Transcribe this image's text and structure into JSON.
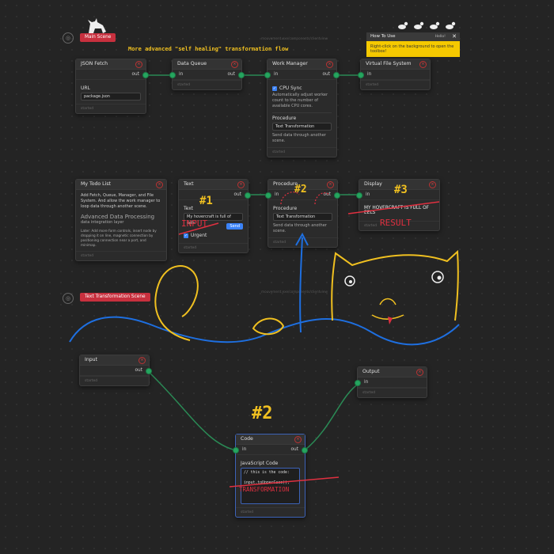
{
  "scenes": {
    "main": {
      "button_label": "Main Scene",
      "url": "mouvement.exe/components/clientview"
    },
    "text_transform": {
      "button_label": "Text Transformation Scene",
      "url": "mouvement.exe/components/clientview"
    }
  },
  "howto": {
    "title": "How To Use",
    "hello": "Hello!",
    "tip": "Right-click on the background to open the toolbox!"
  },
  "annotations": {
    "title": "More advanced \"self healing\" transformation flow",
    "n1": "#1",
    "n2a": "#2",
    "n3": "#3",
    "n2b": "#2",
    "input": "INPUT",
    "result": "RESULT",
    "transformation": "TRANSFORMATION"
  },
  "nodes": {
    "json_fetch": {
      "title": "JSON Fetch",
      "out": "out",
      "url_label": "URL",
      "url_value": "package.json",
      "footer": "started"
    },
    "data_queue": {
      "title": "Data Queue",
      "in": "in",
      "out": "out",
      "footer": "started"
    },
    "work_manager": {
      "title": "Work Manager",
      "in": "in",
      "out": "out",
      "cpu_label": "CPU Sync",
      "cpu_desc": "Automatically adjust worker count to the number of available CPU cores.",
      "proc_label": "Procedure",
      "proc_value": "Text Transformation",
      "proc_desc": "Send data through another scene.",
      "footer": "started"
    },
    "vfs": {
      "title": "Virtual File System",
      "in": "in",
      "footer": "started"
    },
    "todo": {
      "title": "My Todo List",
      "line1": "Add Fetch, Queue, Manager, and File System. And allow the work manager to loop data through another scene.",
      "heading": "Advanced Data Processing",
      "sub": "data integration layer",
      "line2": "Later: Add more form controls, insert node by dropping it on line, magnetic connection by positioning connection near a port, and minimap.",
      "footer": "started"
    },
    "text": {
      "title": "Text",
      "out": "out",
      "label": "Text",
      "value": "My hovercraft is full of eels",
      "send": "Send",
      "urgent": "Urgent",
      "footer": "started"
    },
    "procedure": {
      "title": "Procedure",
      "in": "in",
      "out": "out",
      "proc_label": "Procedure",
      "proc_value": "Text Transformation",
      "proc_desc": "Send data through another scene.",
      "footer": "started"
    },
    "display": {
      "title": "Display",
      "in": "in",
      "value": "MY HOVERCRAFT IS FULL OF EELS",
      "footer": "started"
    },
    "input": {
      "title": "Input",
      "out": "out",
      "footer": "started"
    },
    "output": {
      "title": "Output",
      "in": "in",
      "footer": "started"
    },
    "code": {
      "title": "Code",
      "in": "in",
      "out": "out",
      "label": "JavaScript Code",
      "line1": "// this is the code:",
      "line2": "input.toUpperCase();",
      "footer": "started"
    }
  },
  "colors": {
    "port": "#25a55f",
    "link": "#2a8a55",
    "accent": "#c8303e",
    "blue_annot": "#1e6fe0",
    "yellow_annot": "#f0c020",
    "red_annot": "#e03040"
  }
}
